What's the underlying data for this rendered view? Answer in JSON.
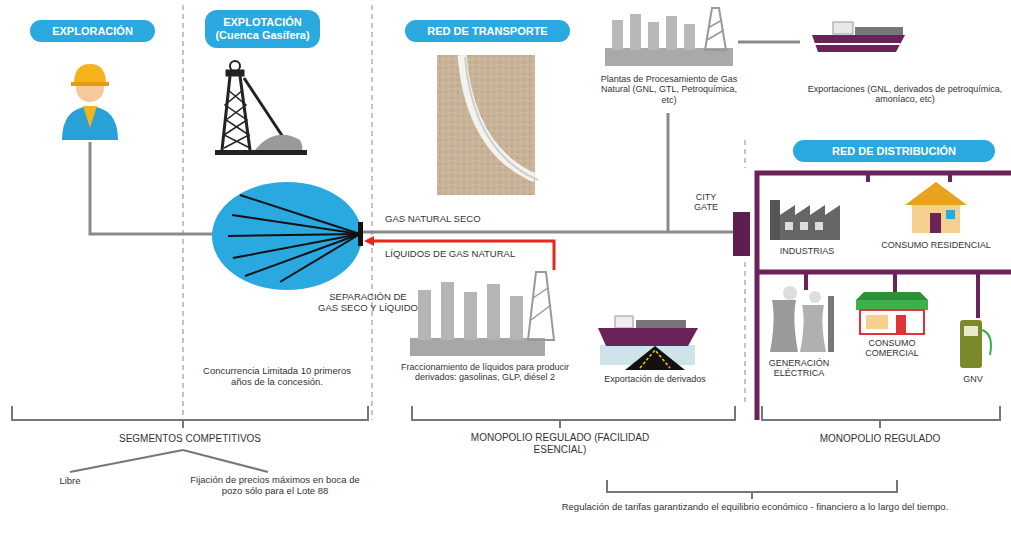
{
  "diagram": {
    "nodes": [
      {
        "text": [
          "EXPLORACIÓN"
        ]
      },
      {
        "text": [
          "EXPLOTACIÓN (Cuenca Gasífera)"
        ]
      },
      {
        "text": [
          "RED DE TRANSPORTE"
        ]
      },
      {
        "text": [
          "RED DE DISTRIBUCIÓN"
        ]
      },
      {
        "text": [
          "CITY GATE"
        ]
      }
    ],
    "labels": [
      "Plantas de Procesamiento de Gas Natural (GNL, GTL, Petroquímica, etc)",
      "Exportaciones (GNL, derivados de petroquímica, amoníaco, etc)",
      "GAS NATURAL SECO",
      "LÍQUIDOS DE GAS NATURAL",
      "SEPARACIÓN DE GAS SECO Y LÍQUIDO",
      "INDUSTRIAS",
      "CONSUMO RESIDENCIAL",
      "GENERACIÓN ELÉCTRICA",
      "CONSUMO COMERCIAL",
      "GNV",
      "Concurrencia Limitada 10 primeros años de la concesión.",
      "Fraccionamiento de líquidos para producir derivados: gasolinas, GLP, diésel 2",
      "Exportación de derivados",
      "SEGMENTOS COMPETITIVOS",
      "MONOPOLIO REGULADO (FACILIDAD ESENCIAL)",
      "MONOPOLIO REGULADO",
      "Libre",
      "Fijación de precios máximos en boca de pozo sólo para el Lote 88",
      "Regulación de tarifas garantizando el equilibrio económico - financiero a lo largo del tiempo."
    ]
  }
}
